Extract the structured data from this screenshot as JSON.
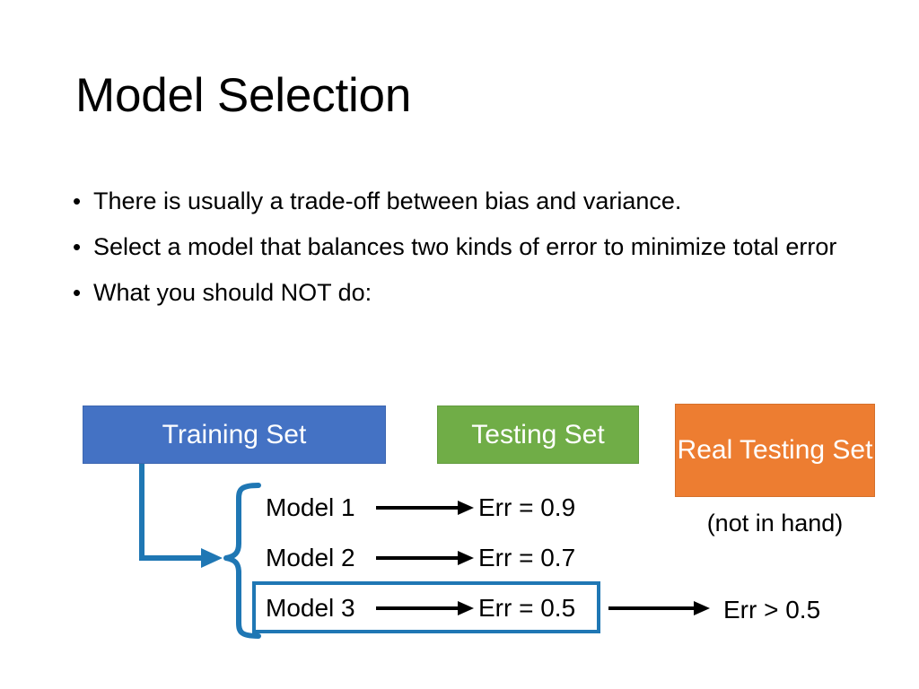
{
  "slide": {
    "title": "Model Selection",
    "bullet_marker": "•",
    "bullets": [
      "There is usually a trade-off between bias and variance.",
      "Select a model that balances two kinds of error to minimize total error",
      "What you should NOT do:"
    ]
  },
  "diagram": {
    "boxes": [
      {
        "id": "training-set",
        "label": "Training Set",
        "color": "#4472C4"
      },
      {
        "id": "testing-set",
        "label": "Testing Set",
        "color": "#70AD47"
      },
      {
        "id": "real-testing-set",
        "label": "Real Testing Set",
        "color": "#ED7D31"
      }
    ],
    "real_testing_note": "(not in hand)",
    "models": [
      {
        "name": "Model 1",
        "error": "Err = 0.9",
        "selected": false
      },
      {
        "name": "Model 2",
        "error": "Err = 0.7",
        "selected": false
      },
      {
        "name": "Model 3",
        "error": "Err = 0.5",
        "selected": true
      }
    ],
    "final_error": "Err > 0.5",
    "accent_color": "#1F77B4",
    "arrow_color": "#000000"
  }
}
